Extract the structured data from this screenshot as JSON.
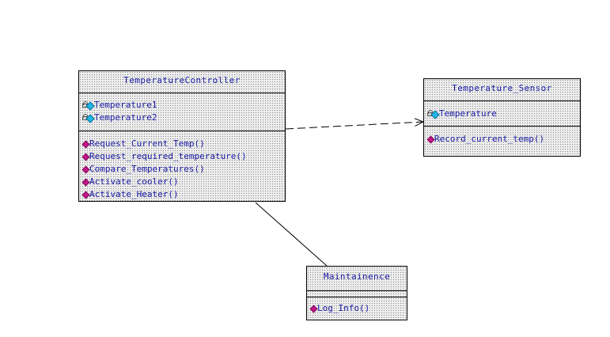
{
  "diagram": {
    "classes": {
      "controller": {
        "name": "TemperatureController",
        "attributes": [
          "Temperature1",
          "Temperature2"
        ],
        "operations": [
          "Request_Current_Temp()",
          "Request_required_temperature()",
          "Compare_Temperatures()",
          "Activate_cooler()",
          "Activate_Heater()"
        ]
      },
      "sensor": {
        "name": "Temperature_Sensor",
        "attributes": [
          "Temperature"
        ],
        "operations": [
          "Record_current_temp()"
        ]
      },
      "maintenance": {
        "name": "Maintainence",
        "attributes": [],
        "operations": [
          "Log_Info()"
        ]
      }
    },
    "relationships": [
      {
        "type": "dependency",
        "from": "TemperatureController",
        "to": "Temperature_Sensor"
      },
      {
        "type": "association",
        "from": "TemperatureController",
        "to": "Maintainence"
      }
    ],
    "colors": {
      "text": "#1a1aa6",
      "attribute_icon": "#22b8e6",
      "operation_icon": "#c8148c"
    }
  }
}
